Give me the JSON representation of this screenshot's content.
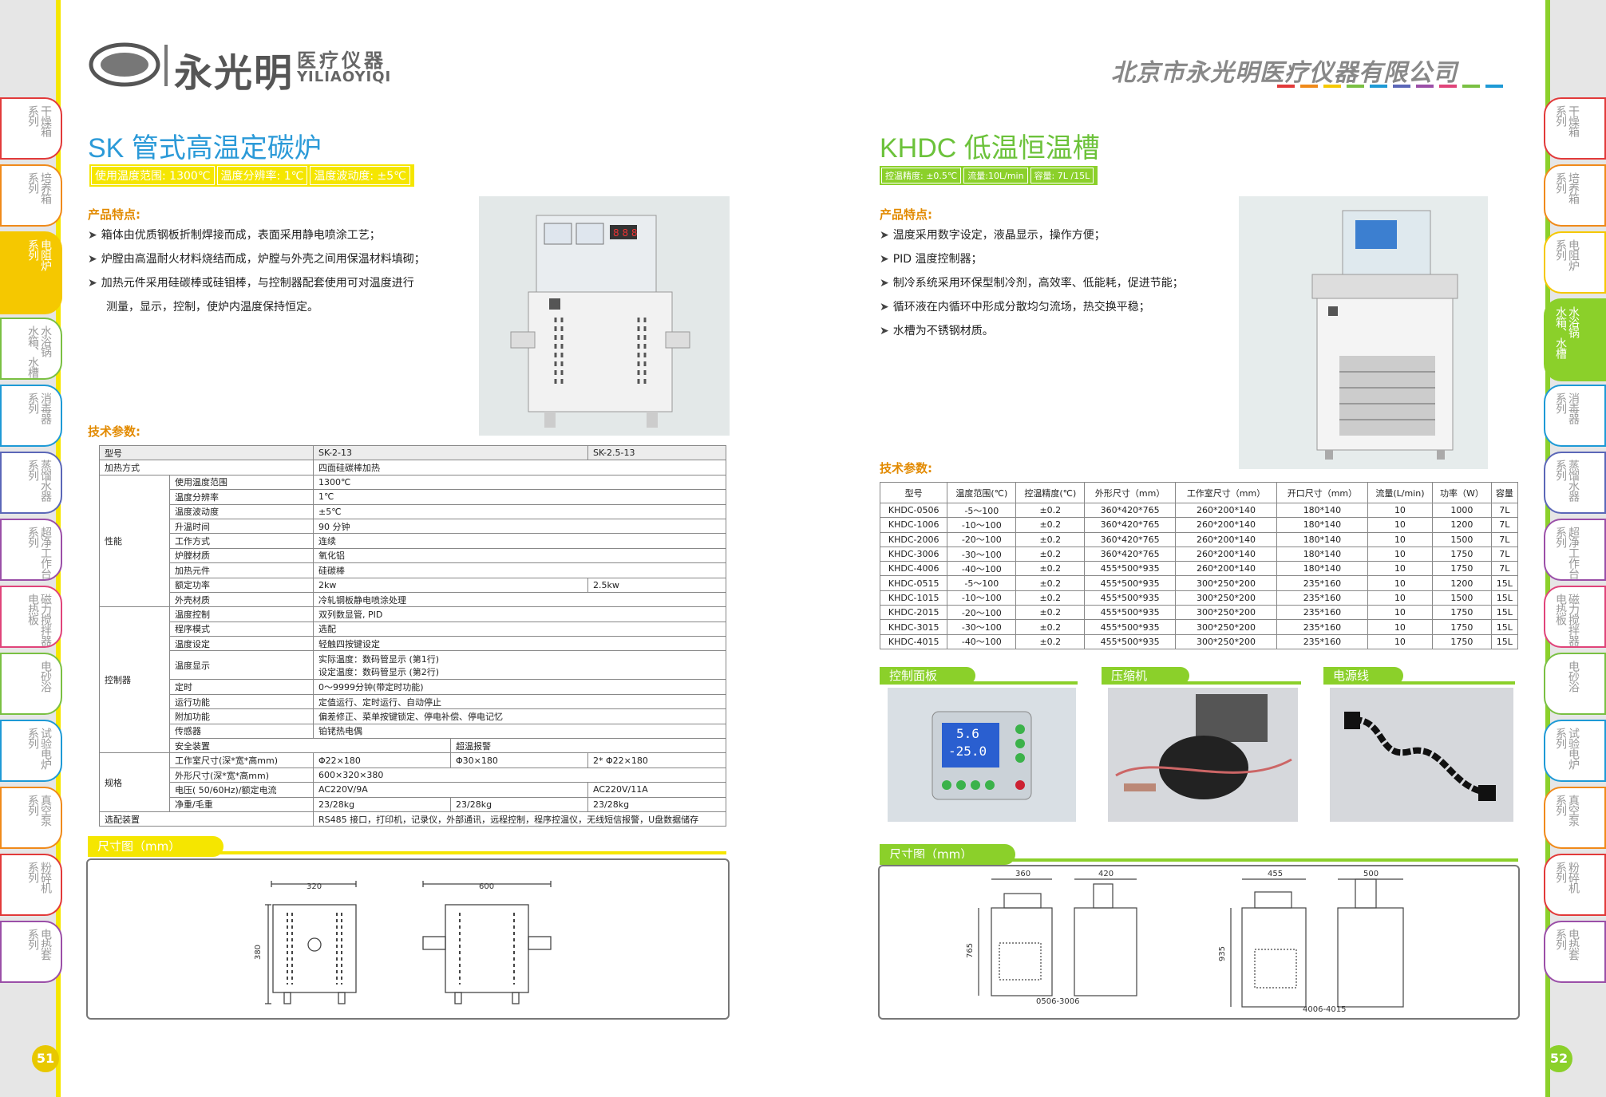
{
  "header": {
    "logo_text": "永光明",
    "logo_sub": "医疗仪器",
    "logo_latin": "YILIAOYIQI",
    "company": "北京市永光明医疗仪器有限公司"
  },
  "side_tabs": [
    {
      "c1": "干燥箱",
      "c2": "系列"
    },
    {
      "c1": "培养箱",
      "c2": "系列"
    },
    {
      "c1": "电阻炉",
      "c2": "系列"
    },
    {
      "c1": "水浴锅",
      "c2": "水箱、水槽"
    },
    {
      "c1": "消毒器",
      "c2": "系列"
    },
    {
      "c1": "蒸馏水器",
      "c2": "系列"
    },
    {
      "c1": "超净工作台",
      "c2": "系列"
    },
    {
      "c1": "磁力搅拌器",
      "c2": "电热板"
    },
    {
      "c1": "电砂浴",
      "c2": ""
    },
    {
      "c1": "试验电炉",
      "c2": "系列"
    },
    {
      "c1": "真空泵",
      "c2": "系列"
    },
    {
      "c1": "粉碎机",
      "c2": "系列"
    },
    {
      "c1": "电热套",
      "c2": "系列"
    }
  ],
  "colors": {
    "yellow": "#f5e600",
    "green": "#8bd02a",
    "orange_title": "#e28a00",
    "title_blue": "#2b9ad8",
    "title_green": "#6cc23b",
    "tab_border": [
      "#e23a3a",
      "#f08a1a",
      "#f5c800",
      "#7ac043",
      "#1e9ad6",
      "#5b67b8",
      "#9b4fa8",
      "#e0447a",
      "#7ac043",
      "#1e9ad6",
      "#f08a1a",
      "#e23a3a",
      "#9b4fa8"
    ]
  },
  "left": {
    "page_num": "51",
    "title": "SK 管式高温定碳炉",
    "spec_bar": [
      "使用温度范围: 1300℃",
      "温度分辨率: 1℃",
      "温度波动度: ±5℃"
    ],
    "features_title": "产品特点:",
    "features": [
      "箱体由优质钢板折制焊接而成，表面采用静电喷涂工艺；",
      "炉膛由高温耐火材料烧结而成，炉膛与外壳之间用保温材料填砌；",
      "加热元件采用硅碳棒或硅钼棒，与控制器配套使用可对温度进行",
      "测量，显示，控制，使炉内温度保持恒定。"
    ],
    "params_title": "技术参数:",
    "dims_title": "尺寸图（mm）",
    "dims": {
      "w": "320",
      "h": "380",
      "d": "600"
    },
    "table": {
      "model_label": "型号",
      "model_a": "SK-2-13",
      "model_b": "SK-2.5-13",
      "heating_label": "加热方式",
      "heating_val": "四面硅碳棒加热",
      "perf_group": "性能",
      "perf": [
        [
          "使用温度范围",
          "1300℃"
        ],
        [
          "温度分辨率",
          "1℃"
        ],
        [
          "温度波动度",
          "±5℃"
        ],
        [
          "升温时间",
          "90 分钟"
        ],
        [
          "工作方式",
          "连续"
        ],
        [
          "炉膛材质",
          "氧化铝"
        ],
        [
          "加热元件",
          "硅碳棒"
        ]
      ],
      "power": [
        "额定功率",
        "2kw",
        "2.5kw"
      ],
      "shell": [
        "外壳材质",
        "冷轧钢板静电喷涂处理"
      ],
      "ctrl_group": "控制器",
      "ctrl": [
        [
          "温度控制",
          "双列数显管, PID"
        ],
        [
          "程序模式",
          "选配"
        ],
        [
          "温度设定",
          "轻触四按键设定"
        ]
      ],
      "display": [
        "温度显示",
        "实际温度：数码管显示 (第1行)",
        "设定温度：数码管显示 (第2行)"
      ],
      "ctrl2": [
        [
          "定时",
          "0～9999分钟(带定时功能)"
        ],
        [
          "运行功能",
          "定值运行、定时运行、自动停止"
        ],
        [
          "附加功能",
          "偏差修正、菜单按键锁定、停电补偿、停电记忆"
        ],
        [
          "传感器",
          "铂铑热电偶"
        ]
      ],
      "safety": [
        "安全装置",
        "超温报警"
      ],
      "spec_group": "规格",
      "chamber": [
        "工作室尺寸(深*宽*高mm)",
        "Φ22×180",
        "Φ30×180",
        "2* Φ22×180"
      ],
      "outer": [
        "外形尺寸(深*宽*高mm)",
        "600×320×380"
      ],
      "voltage": [
        "电压( 50/60Hz)/额定电流",
        "AC220V/9A",
        "AC220V/11A"
      ],
      "weight": [
        "净重/毛重",
        "23/28kg",
        "23/28kg",
        "23/28kg"
      ],
      "options": [
        "选配装置",
        "RS485 接口，打印机，记录仪，外部通讯，远程控制，程序控温仪，无线短信报警，U盘数据储存"
      ]
    }
  },
  "right": {
    "page_num": "52",
    "title": "KHDC 低温恒温槽",
    "spec_bar": [
      "控温精度: ±0.5℃",
      "流量:10L/min",
      "容量: 7L /15L"
    ],
    "features_title": "产品特点:",
    "features": [
      "温度采用数字设定，液晶显示，操作方便；",
      "PID 温度控制器；",
      "制冷系统采用环保型制冷剂，高效率、低能耗，促进节能；",
      "循环液在内循环中形成分散均匀流场，热交换平稳；",
      "水槽为不锈钢材质。"
    ],
    "params_title": "技术参数:",
    "columns": [
      "型号",
      "温度范围(℃)",
      "控温精度(℃)",
      "外形尺寸（mm）",
      "工作室尺寸（mm）",
      "开口尺寸（mm）",
      "流量(L/min)",
      "功率（W）",
      "容量"
    ],
    "rows": [
      [
        "KHDC-0506",
        "-5～100",
        "±0.2",
        "360*420*765",
        "260*200*140",
        "180*140",
        "10",
        "1000",
        "7L"
      ],
      [
        "KHDC-1006",
        "-10～100",
        "±0.2",
        "360*420*765",
        "260*200*140",
        "180*140",
        "10",
        "1200",
        "7L"
      ],
      [
        "KHDC-2006",
        "-20～100",
        "±0.2",
        "360*420*765",
        "260*200*140",
        "180*140",
        "10",
        "1500",
        "7L"
      ],
      [
        "KHDC-3006",
        "-30～100",
        "±0.2",
        "360*420*765",
        "260*200*140",
        "180*140",
        "10",
        "1750",
        "7L"
      ],
      [
        "KHDC-4006",
        "-40～100",
        "±0.2",
        "455*500*935",
        "260*200*140",
        "180*140",
        "10",
        "1750",
        "7L"
      ],
      [
        "KHDC-0515",
        "-5～100",
        "±0.2",
        "455*500*935",
        "300*250*200",
        "235*160",
        "10",
        "1200",
        "15L"
      ],
      [
        "KHDC-1015",
        "-10～100",
        "±0.2",
        "455*500*935",
        "300*250*200",
        "235*160",
        "10",
        "1500",
        "15L"
      ],
      [
        "KHDC-2015",
        "-20～100",
        "±0.2",
        "455*500*935",
        "300*250*200",
        "235*160",
        "10",
        "1750",
        "15L"
      ],
      [
        "KHDC-3015",
        "-30～100",
        "±0.2",
        "455*500*935",
        "300*250*200",
        "235*160",
        "10",
        "1750",
        "15L"
      ],
      [
        "KHDC-4015",
        "-40～100",
        "±0.2",
        "455*500*935",
        "300*250*200",
        "235*160",
        "10",
        "1750",
        "15L"
      ]
    ],
    "parts": [
      "控制面板",
      "压缩机",
      "电源线"
    ],
    "lcd": [
      "5.6",
      "-25.0"
    ],
    "dims_title": "尺寸图（mm）",
    "dims": {
      "a_w": "360",
      "a_d": "420",
      "a_h": "765",
      "a_label": "0506-3006",
      "b_w": "455",
      "b_d": "500",
      "b_h": "935",
      "b_label": "4006-4015"
    }
  }
}
